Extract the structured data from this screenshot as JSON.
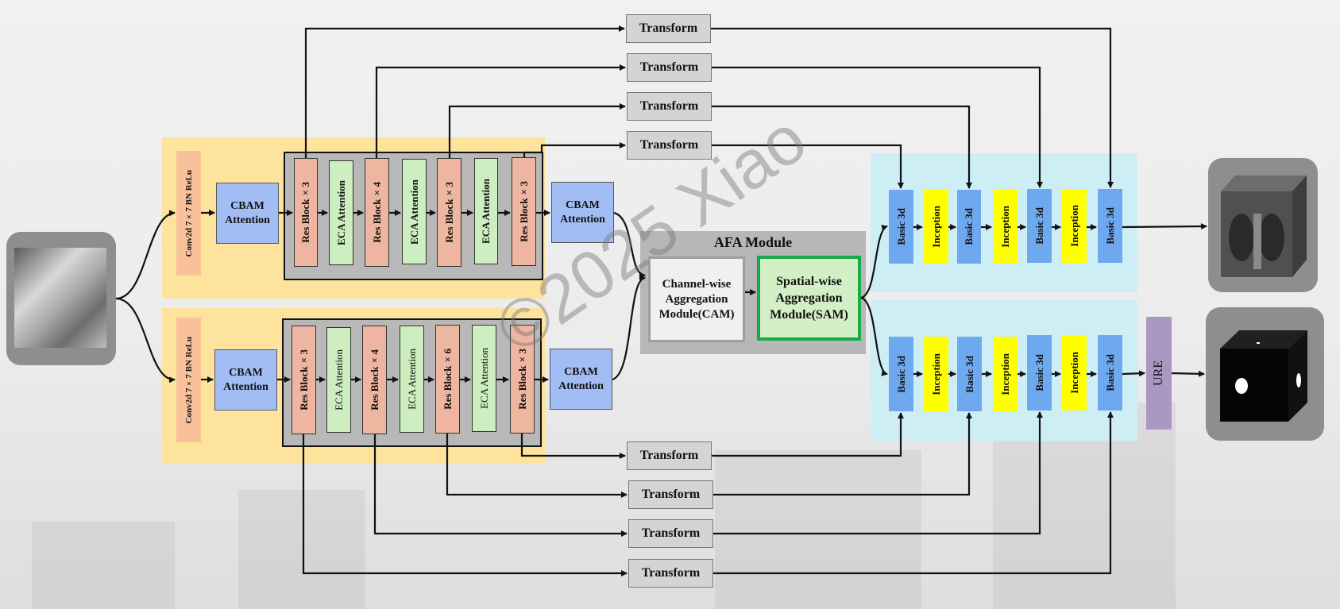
{
  "encoder": {
    "conv_label": "Conv2d 7×7  BN  ReLu",
    "cbam_label": "CBAM Attention",
    "top_chain": [
      "Res Block×3",
      "ECA Attention",
      "Res Block×4",
      "ECA Attention",
      "Res Block×3",
      "ECA Attention",
      "Res Block×3"
    ],
    "bottom_chain": [
      "Res Block×3",
      "ECA Attention",
      "Res Block×4",
      "ECA Attention",
      "Res Block×6",
      "ECA Attention",
      "Res Block×3"
    ]
  },
  "afa": {
    "title": "AFA Module",
    "cam_label": "Channel-wise Aggregation Module(CAM)",
    "sam_label": "Spatial-wise Aggregation Module(SAM)"
  },
  "decoder": {
    "chain": [
      "Basic 3d",
      "Inception",
      "Basic 3d",
      "Inception",
      "Basic 3d",
      "Inception",
      "Basic 3d"
    ],
    "ure_label": "URE"
  },
  "transform_label": "Transform",
  "watermark": "©2025 Xiao",
  "colors": {
    "yellow_band": "#fde39c",
    "cyan_band": "#cdeef5",
    "res_block": "#eeb5a0",
    "eca": "#cdeec0",
    "cbam": "#a2bdf4",
    "basic3d": "#6ea8ee",
    "inception": "#ffff00",
    "sam_border": "#19a84a"
  }
}
